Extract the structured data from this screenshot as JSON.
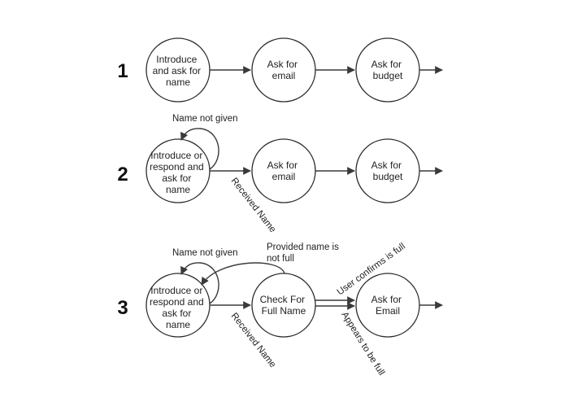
{
  "rows": [
    {
      "number": "1",
      "nodes": [
        [
          "Introduce",
          "and ask for",
          "name"
        ],
        [
          "Ask for",
          "email"
        ],
        [
          "Ask for",
          "budget"
        ]
      ]
    },
    {
      "number": "2",
      "nodes": [
        [
          "Introduce or",
          "respond and",
          "ask for",
          "name"
        ],
        [
          "Ask for",
          "email"
        ],
        [
          "Ask for",
          "budget"
        ]
      ],
      "labels": {
        "self_loop": "Name not given",
        "received": "Received Name"
      }
    },
    {
      "number": "3",
      "nodes": [
        [
          "Introduce or",
          "respond and",
          "ask for",
          "name"
        ],
        [
          "Check For",
          "Full Name"
        ],
        [
          "Ask for",
          "Email"
        ]
      ],
      "labels": {
        "self_loop": "Name not given",
        "not_full": [
          "Provided name is",
          "not full"
        ],
        "received": "Received Name",
        "confirms": "User confirms is full",
        "appears": "Appears to be full"
      }
    }
  ]
}
